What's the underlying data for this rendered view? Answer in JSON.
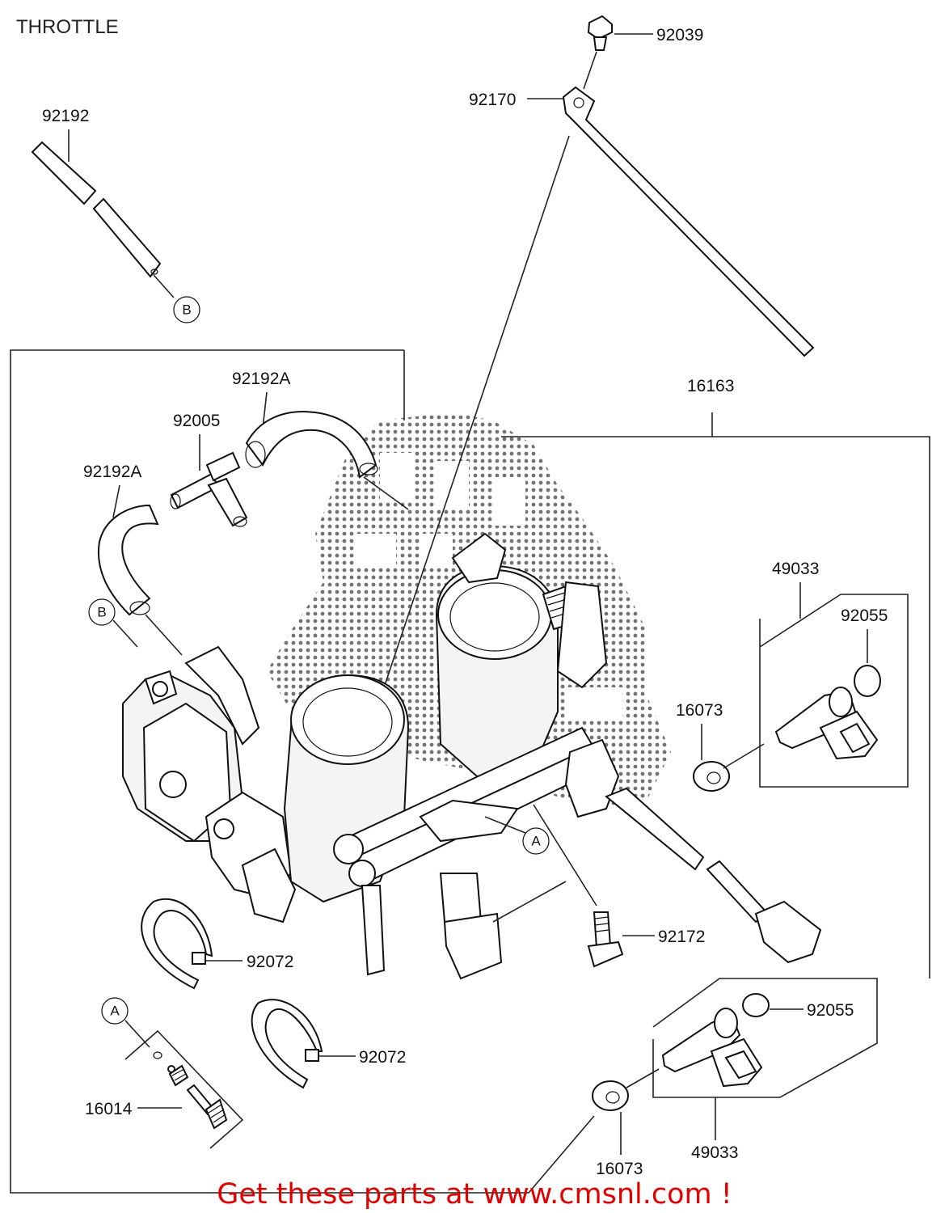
{
  "title": "THROTTLE",
  "parts": {
    "p92039": "92039",
    "p92170": "92170",
    "p92192": "92192",
    "p92192A_top": "92192A",
    "p92005": "92005",
    "p92192A_left": "92192A",
    "p16163": "16163",
    "p49033_top": "49033",
    "p92055_top": "92055",
    "p16073_top": "16073",
    "p92172": "92172",
    "p92072_upper": "92072",
    "p92072_lower": "92072",
    "p92055_bottom": "92055",
    "p49033_bottom": "49033",
    "p16014": "16014",
    "p16073_bottom": "16073"
  },
  "refs": {
    "b_top": "B",
    "b_left": "B",
    "a_right": "A",
    "a_bottom": "A"
  },
  "banner": "Get these parts at www.cmsnl.com !",
  "colors": {
    "banner": "#e00000",
    "lines": "#222222"
  }
}
